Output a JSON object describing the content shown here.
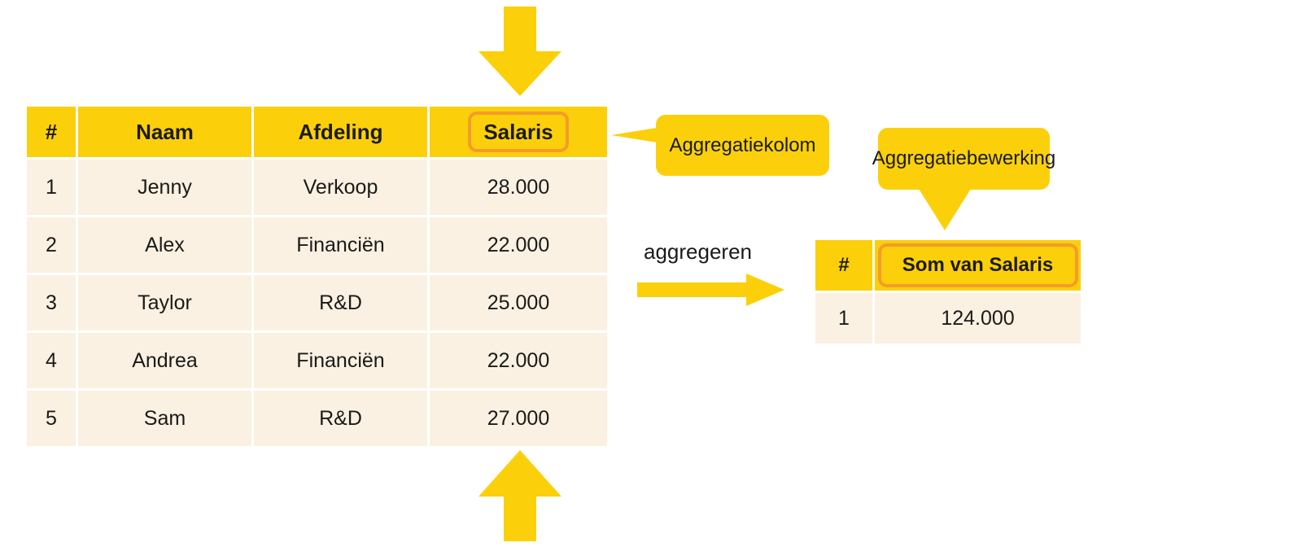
{
  "diagram": {
    "source_table": {
      "columns": [
        "#",
        "Naam",
        "Afdeling",
        "Salaris"
      ],
      "rows": [
        {
          "num": "1",
          "naam": "Jenny",
          "afdeling": "Verkoop",
          "salaris": "28.000"
        },
        {
          "num": "2",
          "naam": "Alex",
          "afdeling": "Financiën",
          "salaris": "22.000"
        },
        {
          "num": "3",
          "naam": "Taylor",
          "afdeling": "R&D",
          "salaris": "25.000"
        },
        {
          "num": "4",
          "naam": "Andrea",
          "afdeling": "Financiën",
          "salaris": "22.000"
        },
        {
          "num": "5",
          "naam": "Sam",
          "afdeling": "R&D",
          "salaris": "27.000"
        }
      ]
    },
    "result_table": {
      "columns": [
        "#",
        "Som van Salaris"
      ],
      "rows": [
        {
          "num": "1",
          "som": "124.000"
        }
      ]
    },
    "callouts": {
      "column": "Aggregatiekolom",
      "operation": "Aggregatiebewerking"
    },
    "process_label": "aggregeren",
    "colors": {
      "header_yellow": "#fbd00a",
      "row_cream": "#faf1e2",
      "highlight_orange": "#f59c28",
      "arrow_yellow": "#fbd00a",
      "text": "#1a1a1a"
    },
    "icons": {
      "arrow_down": "arrow-down-icon",
      "arrow_up": "arrow-up-icon",
      "arrow_right": "arrow-right-icon"
    }
  }
}
